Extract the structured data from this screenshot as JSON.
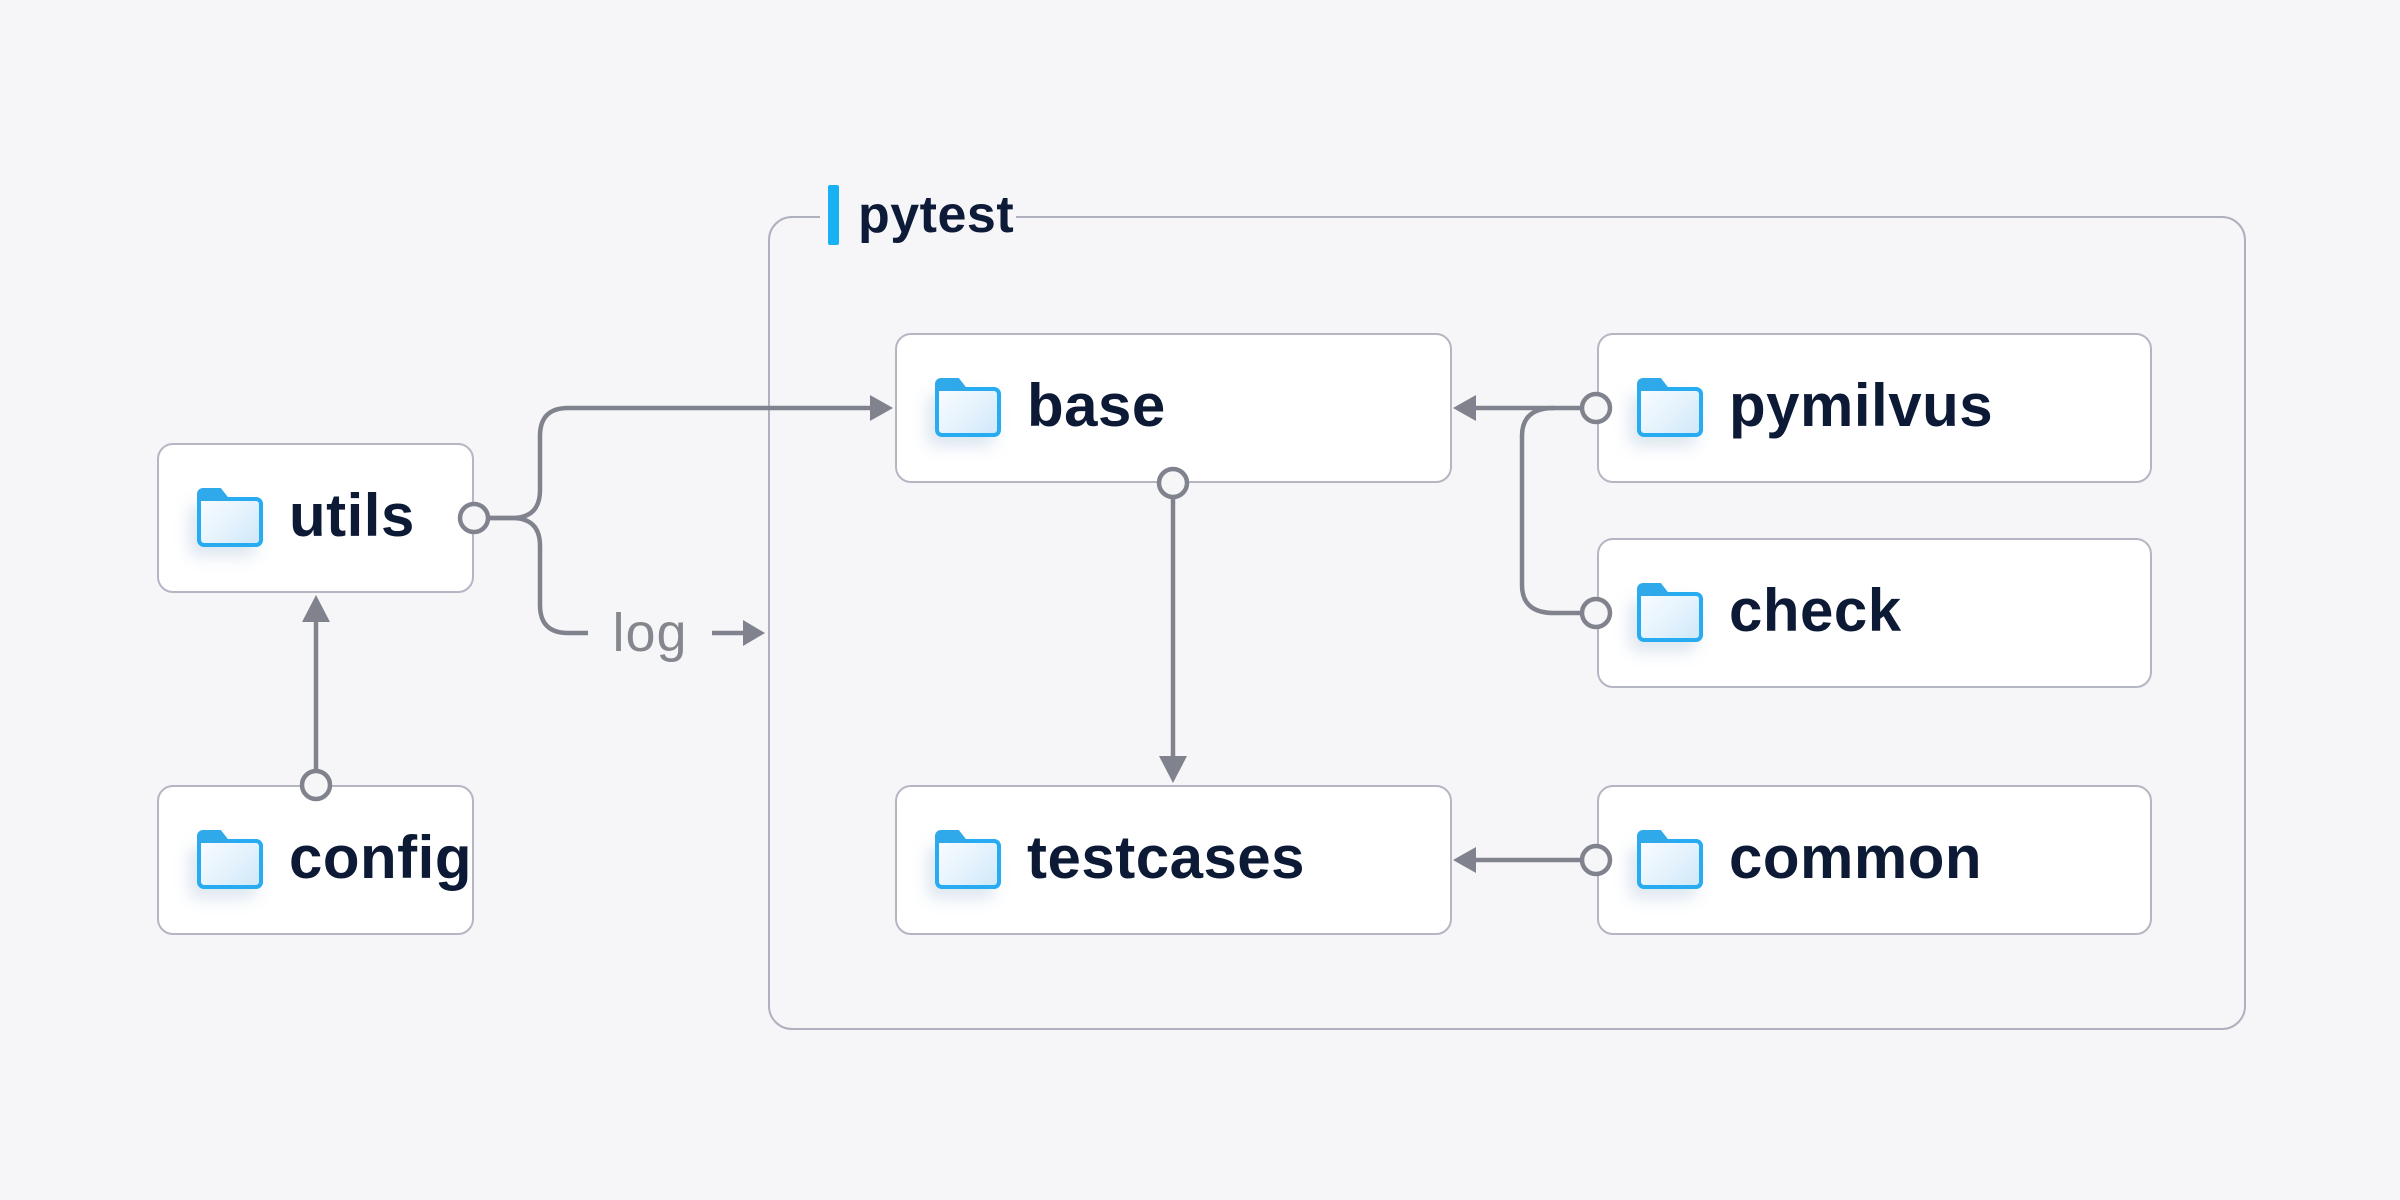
{
  "diagram": {
    "title_label": "pytest",
    "edge_label": "log",
    "nodes": [
      {
        "id": "utils",
        "label": "utils"
      },
      {
        "id": "config",
        "label": "config"
      },
      {
        "id": "base",
        "label": "base"
      },
      {
        "id": "pymilvus",
        "label": "pymilvus"
      },
      {
        "id": "check",
        "label": "check"
      },
      {
        "id": "testcases",
        "label": "testcases"
      },
      {
        "id": "common",
        "label": "common"
      }
    ],
    "container": {
      "label": "pytest",
      "contains": [
        "base",
        "pymilvus",
        "check",
        "testcases",
        "common"
      ]
    },
    "edges": [
      {
        "from": "config",
        "to": "utils",
        "type": "arrow"
      },
      {
        "from": "utils",
        "to": "base",
        "type": "arrow"
      },
      {
        "from": "utils",
        "to": "pytest",
        "type": "arrow",
        "label": "log"
      },
      {
        "from": "pymilvus",
        "to": "base",
        "type": "arrow"
      },
      {
        "from": "check",
        "to": "base",
        "type": "arrow"
      },
      {
        "from": "base",
        "to": "testcases",
        "type": "arrow"
      },
      {
        "from": "common",
        "to": "testcases",
        "type": "arrow"
      }
    ],
    "colors": {
      "background": "#f6f6f8",
      "node_fill": "#ffffff",
      "node_border": "#b4b6c3",
      "container_border": "#aeb0bd",
      "connector_gray": "#80838d",
      "label_text": "#0d1a36",
      "muted_text": "#85878f",
      "accent_blue": "#18b2f4",
      "folder_blue": "#27abf1"
    }
  }
}
